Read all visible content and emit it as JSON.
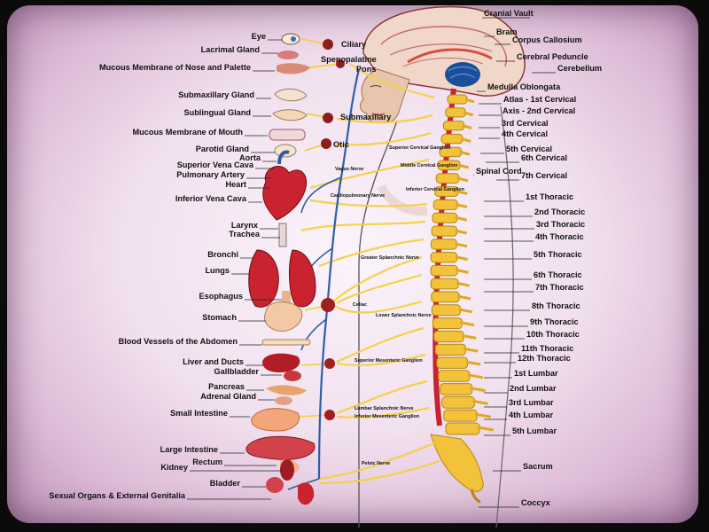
{
  "organ_labels": [
    "Eye",
    "Lacrimal Gland",
    "Mucous Membrane  of Nose and Palette",
    "Submaxillary Gland",
    "Sublingual Gland",
    "Mucous Membrane  of Mouth",
    "Parotid Gland",
    "Aorta",
    "Superior Vena Cava",
    "Pulmonary Artery",
    "Heart",
    "Inferior Vena Cava",
    "Larynx",
    "Trachea",
    "Bronchi",
    "Lungs",
    "Esophagus",
    "Stomach",
    "Blood Vessels of  the Abdomen",
    "Liver and Ducts",
    "Gallbladder",
    "Pancreas",
    "Adrenal Gland",
    "Small Intestine",
    "Large Intestine",
    "Rectum",
    "Kidney",
    "Bladder",
    "Sexual Organs & External Genitalia"
  ],
  "vertebra_labels": [
    "Cranial Vault",
    "Brain",
    "Corpus  Callosium",
    "Cerebral Peduncle",
    "Cerebellum",
    "Medulla Oblongata",
    "Atlas -  1st Cervical",
    "Axis - 2nd Cervical",
    "3rd Cervical",
    "4th Cervical",
    "5th Cervical",
    "6th Cervical",
    "Spinal Cord",
    "7th Cervical",
    "1st Thoracic",
    "2nd Thoracic",
    "3rd Thoracic",
    "4th Thoracic",
    "5th Thoracic",
    "6th Thoracic",
    "7th Thoracic",
    "8th Thoracic",
    "9th Thoracic",
    "10th Thoracic",
    "11th Thoracic",
    "12th Thoracic",
    "1st Lumbar",
    "2nd Lumbar",
    "3rd Lumbar",
    "4th Lumbar",
    "5th Lumbar",
    "Sacrum",
    "Coccyx"
  ],
  "nerve_labels": [
    "Ciliary",
    "Spenopalatine",
    "Pons",
    "Submaxillary",
    "Otic",
    "Vagus Nerve",
    "Superior Cervical Ganglion",
    "Middle Cervical Ganglion",
    "Inferior Cervical Ganglion",
    "Cardiopulmonary Nerve",
    "Greater Splanchnic Nerve",
    "Celiac",
    "Lower Splanchnic Nerve",
    "Superior Mesenteric Ganglion",
    "Lumbar Splanchnic Nerve",
    "Inferior Mesenteric Ganglion",
    "Pelvic Nerve"
  ],
  "colors": {
    "nerve": "#f5d040",
    "vagus": "#2c5ea8",
    "organ": "#c8232f",
    "bone": "#f2c23a",
    "brain": "#f0d7c9",
    "frame": "#0b0b0b"
  }
}
